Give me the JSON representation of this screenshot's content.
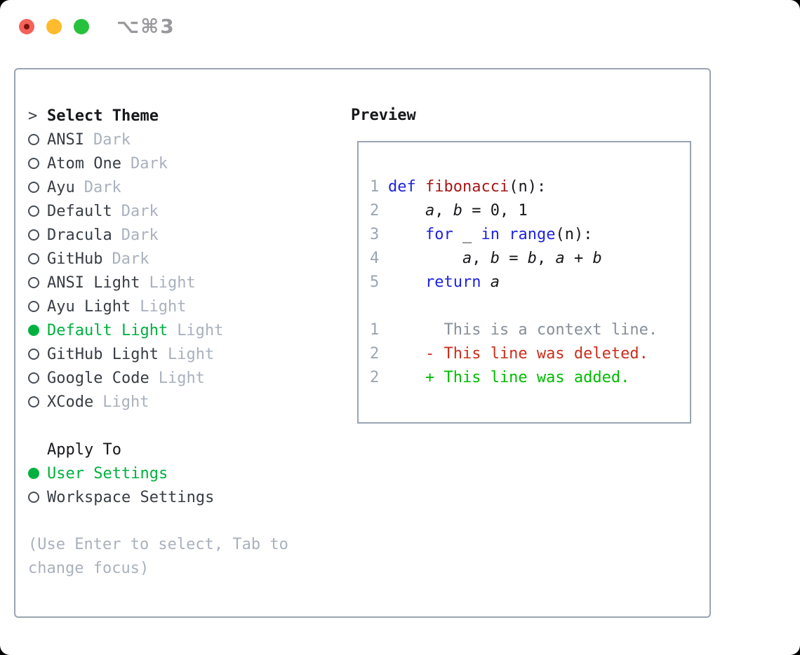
{
  "titlebar": {
    "shortcut": "⌥⌘3"
  },
  "theme_panel": {
    "prompt": ">",
    "title": "Select Theme",
    "themes": [
      {
        "name": "ANSI",
        "tag": "Dark",
        "selected": false
      },
      {
        "name": "Atom One",
        "tag": "Dark",
        "selected": false
      },
      {
        "name": "Ayu",
        "tag": "Dark",
        "selected": false
      },
      {
        "name": "Default",
        "tag": "Dark",
        "selected": false
      },
      {
        "name": "Dracula",
        "tag": "Dark",
        "selected": false
      },
      {
        "name": "GitHub",
        "tag": "Dark",
        "selected": false
      },
      {
        "name": "ANSI Light",
        "tag": "Light",
        "selected": false
      },
      {
        "name": "Ayu Light",
        "tag": "Light",
        "selected": false
      },
      {
        "name": "Default Light",
        "tag": "Light",
        "selected": true
      },
      {
        "name": "GitHub Light",
        "tag": "Light",
        "selected": false
      },
      {
        "name": "Google Code",
        "tag": "Light",
        "selected": false
      },
      {
        "name": "XCode",
        "tag": "Light",
        "selected": false
      }
    ],
    "apply_to": {
      "title": "Apply To",
      "options": [
        {
          "label": "User Settings",
          "selected": true
        },
        {
          "label": "Workspace Settings",
          "selected": false
        }
      ]
    },
    "help": "(Use Enter to select, Tab to change focus)"
  },
  "preview": {
    "title": "Preview",
    "lines": [
      {
        "num": "1",
        "segments": [
          [
            "kw",
            "def"
          ],
          [
            "txt",
            " "
          ],
          [
            "fn",
            "fibonacci"
          ],
          [
            "txt",
            "(n):"
          ]
        ]
      },
      {
        "num": "2",
        "segments": [
          [
            "txt",
            "    "
          ],
          [
            "var",
            "a"
          ],
          [
            "txt",
            ", "
          ],
          [
            "var",
            "b"
          ],
          [
            "txt",
            " = 0, 1"
          ]
        ]
      },
      {
        "num": "3",
        "segments": [
          [
            "txt",
            "    "
          ],
          [
            "kw",
            "for"
          ],
          [
            "txt",
            " _ "
          ],
          [
            "kw",
            "in"
          ],
          [
            "txt",
            " "
          ],
          [
            "kw",
            "range"
          ],
          [
            "txt",
            "(n):"
          ]
        ]
      },
      {
        "num": "4",
        "segments": [
          [
            "txt",
            "        "
          ],
          [
            "var",
            "a"
          ],
          [
            "txt",
            ", "
          ],
          [
            "var",
            "b"
          ],
          [
            "txt",
            " = "
          ],
          [
            "var",
            "b"
          ],
          [
            "txt",
            ", "
          ],
          [
            "var",
            "a"
          ],
          [
            "txt",
            " + "
          ],
          [
            "var",
            "b"
          ]
        ]
      },
      {
        "num": "5",
        "segments": [
          [
            "txt",
            "    "
          ],
          [
            "kw",
            "return"
          ],
          [
            "txt",
            " "
          ],
          [
            "var",
            "a"
          ]
        ]
      },
      {
        "num": "",
        "segments": []
      },
      {
        "num": "1",
        "segments": [
          [
            "ctx",
            "      This is a context line."
          ]
        ]
      },
      {
        "num": "2",
        "segments": [
          [
            "del",
            "    - This line was deleted."
          ]
        ]
      },
      {
        "num": "2",
        "segments": [
          [
            "add",
            "    + This line was added."
          ]
        ]
      }
    ]
  },
  "colors": {
    "panel_border": "#9aa4b1",
    "heading_text": "#17181b",
    "item_text": "#383d45",
    "muted_text": "#a9b1bd",
    "help_text": "#a9b1bd",
    "bullet_outline": "#474d55",
    "select_green": "#00b140",
    "gutter": "#9aa5b2",
    "code_text": "#17181b",
    "keyword_blue": "#1e23e1",
    "function_red": "#a81616",
    "context_gray": "#878f99",
    "deleted_red": "#cc2e1c",
    "added_green": "#00bd00",
    "titlebar_gray": "#98989d",
    "traffic_red": "#f4615a",
    "traffic_red_dot": "#7a130c",
    "traffic_yellow": "#fdbb2d",
    "traffic_green": "#28c13d"
  }
}
